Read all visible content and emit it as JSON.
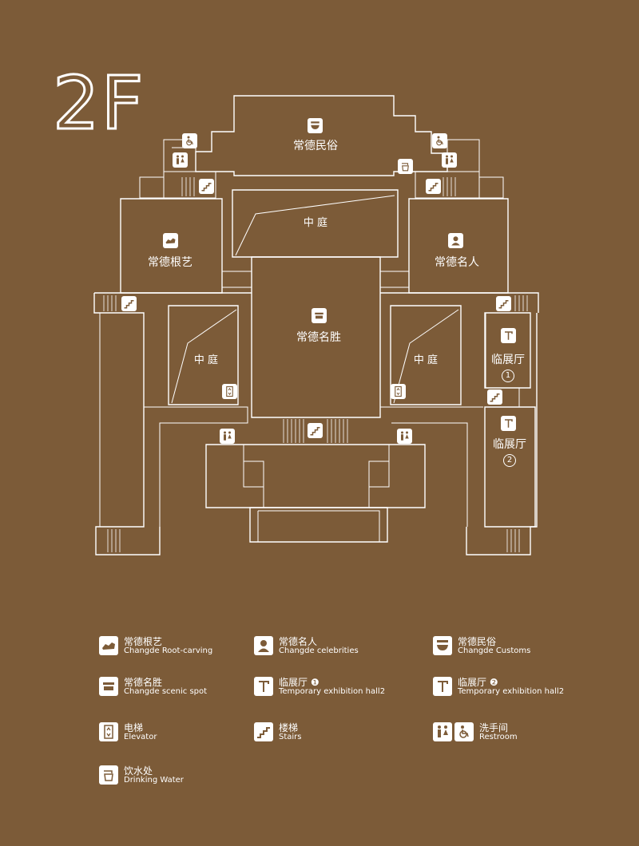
{
  "floor": {
    "label": "2F"
  },
  "colors": {
    "background": "#7c5b38",
    "line": "#ffffff"
  },
  "rooms": {
    "customs": "常德民俗",
    "courtyard_top": "中 庭",
    "rootcarving": "常德根艺",
    "celebrities": "常德名人",
    "scenic": "常德名胜",
    "courtyard_left": "中 庭",
    "courtyard_right": "中 庭",
    "temp_hall_1": "临展厅",
    "temp_hall_1_num": "1",
    "temp_hall_2": "临展厅",
    "temp_hall_2_num": "2"
  },
  "map_icons": [
    {
      "name": "customs-icon",
      "icon": "bowl"
    },
    {
      "name": "rootcarving-icon",
      "icon": "root"
    },
    {
      "name": "celebrities-icon",
      "icon": "person"
    },
    {
      "name": "scenic-icon",
      "icon": "scenic"
    },
    {
      "name": "temp-hall-1-icon",
      "icon": "temp"
    },
    {
      "name": "temp-hall-2-icon",
      "icon": "temp"
    },
    {
      "name": "restroom-icon",
      "icon": "restroom"
    },
    {
      "name": "wheelchair-icon",
      "icon": "wheelchair"
    },
    {
      "name": "stairs-icon",
      "icon": "stairs"
    },
    {
      "name": "elevator-icon",
      "icon": "elevator"
    },
    {
      "name": "water-icon",
      "icon": "water"
    }
  ],
  "legend": [
    {
      "id": "rootcarving",
      "cn": "常德根艺",
      "en": "Changde Root-carving",
      "icon": "root"
    },
    {
      "id": "celebrities",
      "cn": "常德名人",
      "en": "Changde celebrities",
      "icon": "person"
    },
    {
      "id": "customs",
      "cn": "常德民俗",
      "en": "Changde Customs",
      "icon": "bowl"
    },
    {
      "id": "scenic",
      "cn": "常德名胜",
      "en": "Changde scenic spot",
      "icon": "scenic"
    },
    {
      "id": "temp1",
      "cn": "临展厅 ❶",
      "en": "Temporary exhibition hall2",
      "icon": "temp"
    },
    {
      "id": "temp2",
      "cn": "临展厅 ❷",
      "en": "Temporary exhibition hall2",
      "icon": "temp"
    },
    {
      "id": "elevator",
      "cn": "电梯",
      "en": "Elevator",
      "icon": "elevator"
    },
    {
      "id": "stairs",
      "cn": "楼梯",
      "en": "Stairs",
      "icon": "stairs"
    },
    {
      "id": "restroom",
      "cn": "洗手间",
      "en": "Restroom",
      "icon": "restroom",
      "icon2": "wheelchair"
    },
    {
      "id": "water",
      "cn": "饮水处",
      "en": "Drinking Water",
      "icon": "water"
    }
  ]
}
